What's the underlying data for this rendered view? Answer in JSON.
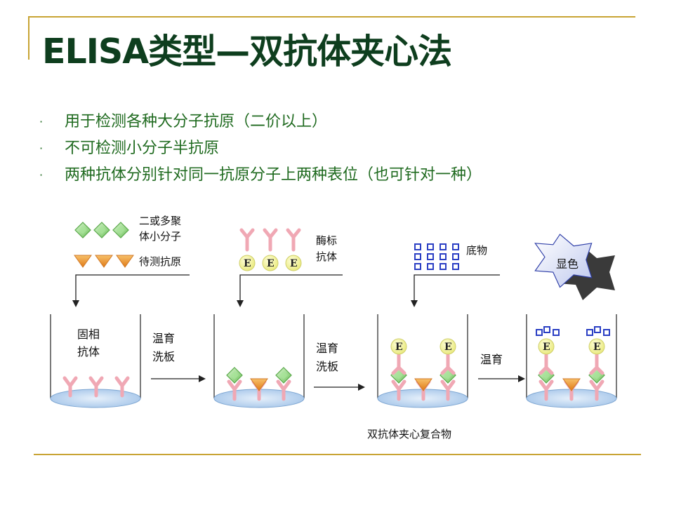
{
  "slide": {
    "title": "ELISA类型—双抗体夹心法",
    "bullets": [
      "用于检测各种大分子抗原（二价以上）",
      "不可检测小分子半抗原",
      "两种抗体分别针对同一抗原分子上两种表位（也可针对一种）"
    ]
  },
  "diagram": {
    "legend_small_molecule_line1": "二或多聚",
    "legend_small_molecule_line2": "体小分子",
    "legend_antigen": "待测抗原",
    "legend_enzyme_line1": "酶标",
    "legend_enzyme_line2": "抗体",
    "legend_substrate": "底物",
    "color_reaction": "显色",
    "solid_phase_line1": "固相",
    "solid_phase_line2": "抗体",
    "step1_line1": "温育",
    "step1_line2": "洗板",
    "step2_line1": "温育",
    "step2_line2": "洗板",
    "step3_line1": "温育",
    "enzyme_letter": "E",
    "complex_caption": "双抗体夹心复合物"
  },
  "colors": {
    "title": "#0e3e1e",
    "bullet_text": "#1f6a1f",
    "rule": "#c8a434",
    "antibody": "#f0a8b4",
    "antigen": "#f0a030",
    "small_molecule": "#8ed67a",
    "enzyme": "#f0f09a",
    "substrate": "#2b3fc4",
    "plate_base": "#b9d6f2"
  }
}
